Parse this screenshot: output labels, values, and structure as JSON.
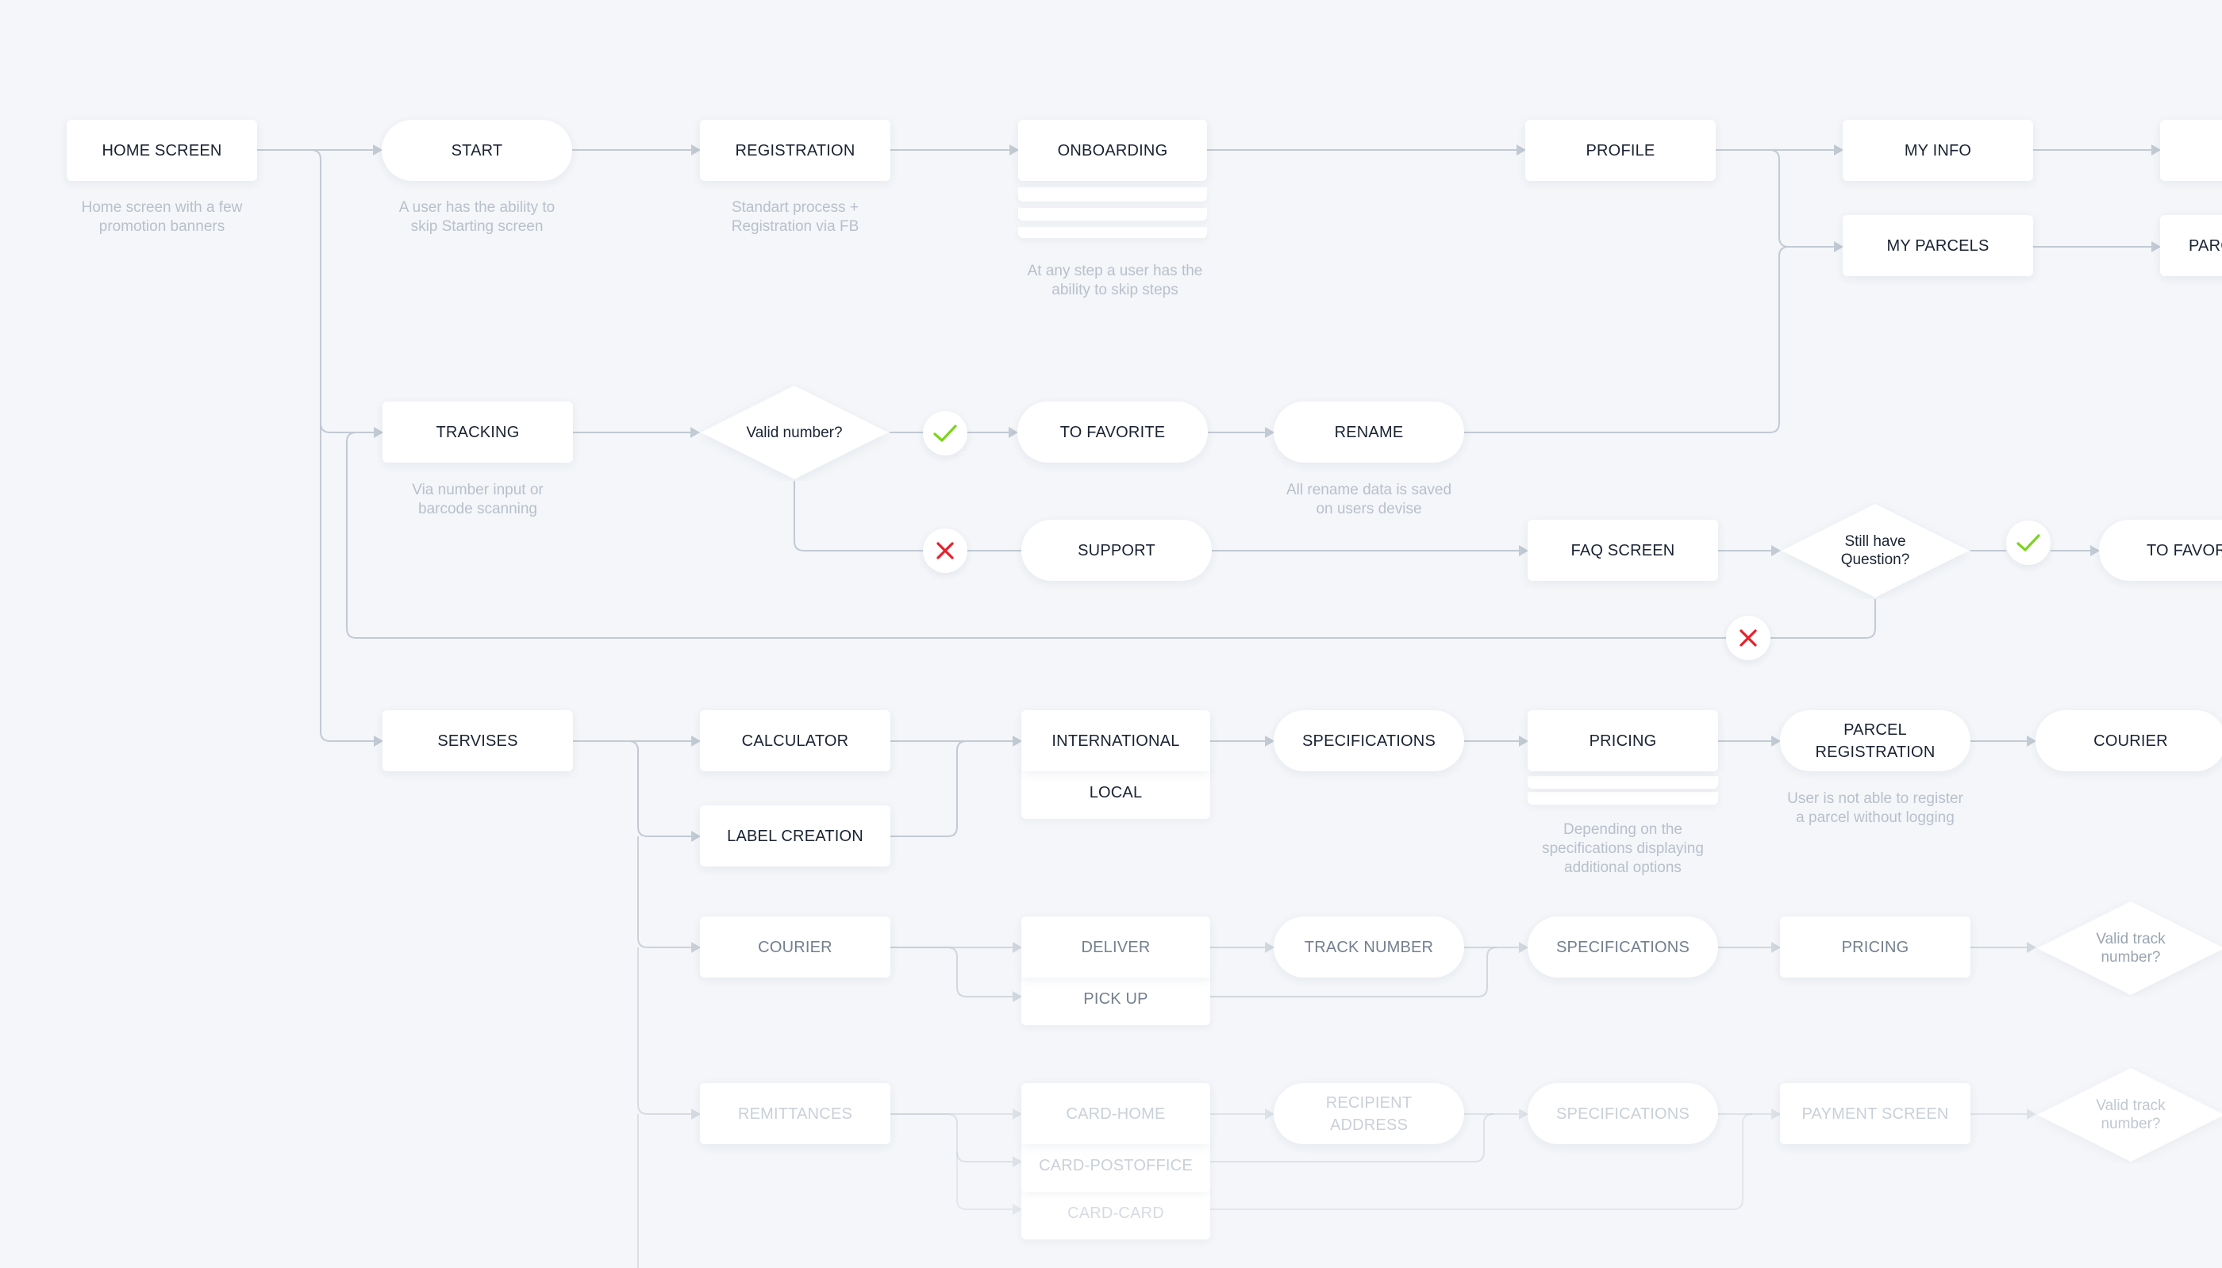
{
  "colors": {
    "connector": "#c2cad4",
    "check": "#7ed321",
    "cross": "#e8202a"
  },
  "nodes": {
    "home_screen": "HOME SCREEN",
    "start": "START",
    "registration": "REGISTRATION",
    "onboarding": "ONBOARDING",
    "profile": "PROFILE",
    "my_info": "MY INFO",
    "my_parcels": "MY PARCELS",
    "parc_cut": "PARC",
    "tracking": "TRACKING",
    "to_favorite": "TO FAVORITE",
    "rename": "RENAME",
    "support": "SUPPORT",
    "faq_screen": "FAQ SCREEN",
    "to_favor_cut": "TO FAVOR",
    "servises": "SERVISES",
    "calculator": "CALCULATOR",
    "label_creation": "LABEL CREATION",
    "international": "INTERNATIONAL",
    "local": "LOCAL",
    "specifications": "SPECIFICATIONS",
    "pricing": "PRICING",
    "parcel_registration_l1": "PARCEL",
    "parcel_registration_l2": "REGISTRATION",
    "courier": "COURIER",
    "courier_service": "COURIER",
    "deliver": "DELIVER",
    "pick_up": "PICK UP",
    "track_number": "TRACK NUMBER",
    "specifications_2": "SPECIFICATIONS",
    "pricing_2": "PRICING",
    "remittances": "REMITTANCES",
    "card_home": "CARD-HOME",
    "card_postoffice": "CARD-POSTOFFICE",
    "card_card": "CARD-CARD",
    "recipient_address_l1": "RECIPIENT",
    "recipient_address_l2": "ADDRESS",
    "specifications_3": "SPECIFICATIONS",
    "payment_screen": "PAYMENT SCREEN"
  },
  "decisions": {
    "valid_number": "Valid number?",
    "still_have_question": "Still have\nQuestion?",
    "valid_track_number_1": "Valid track\nnumber?",
    "valid_track_number_2": "Valid track\nnumber?"
  },
  "notes": {
    "home_screen_l1": "Home screen with a few",
    "home_screen_l2": "promotion banners",
    "start_l1": "A user has the ability to",
    "start_l2": "skip Starting screen",
    "registration_l1": "Standart process +",
    "registration_l2": "Registration via FB",
    "onboarding_l1": "At any step a user has the",
    "onboarding_l2": "ability to skip steps",
    "tracking_l1": "Via number input or",
    "tracking_l2": "barcode scanning",
    "rename_l1": "All rename data is saved",
    "rename_l2": "on users devise",
    "pricing_l1": "Depending on the",
    "pricing_l2": "specifications displaying",
    "pricing_l3": "additional options",
    "parcel_reg_l1": "User is not able to register",
    "parcel_reg_l2": "a parcel without logging"
  },
  "icons": {
    "check": "check-icon",
    "cross": "cross-icon"
  }
}
